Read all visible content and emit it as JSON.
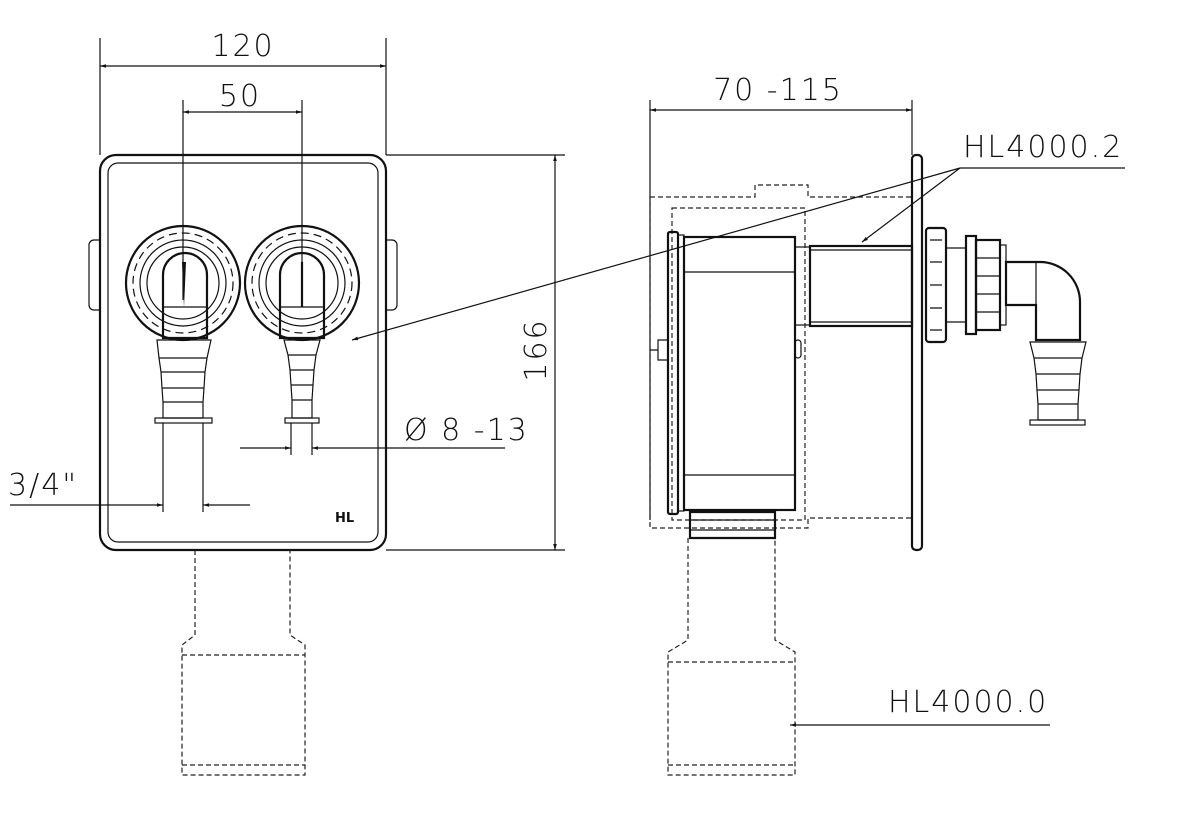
{
  "drawing": {
    "front_view": {
      "width_dim": "120",
      "spacing_dim": "50",
      "height_dim": "166",
      "hose_dim": "Ø 8 -13",
      "thread_dim": "3/4\"",
      "brand_mark": "HL"
    },
    "side_view": {
      "depth_dim": "70 -115",
      "part_top": "HL4000.2",
      "part_bottom": "HL4000.0"
    },
    "colors": {
      "line": "#111111",
      "background": "#ffffff"
    }
  }
}
